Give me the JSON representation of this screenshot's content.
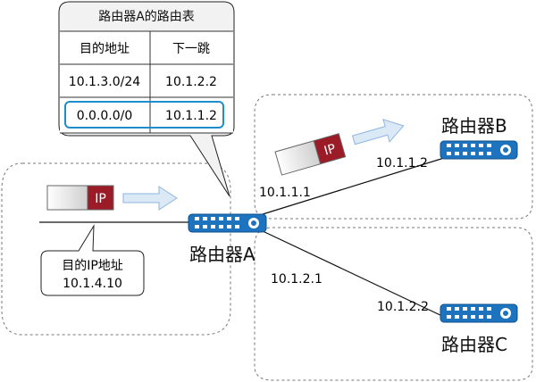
{
  "routing_table": {
    "title": "路由器A的路由表",
    "headers": [
      "目的地址",
      "下一跳"
    ],
    "rows": [
      {
        "dest": "10.1.3.0/24",
        "next_hop": "10.1.2.2"
      },
      {
        "dest": "0.0.0.0/0",
        "next_hop": "10.1.1.2"
      }
    ]
  },
  "routers": {
    "a": {
      "label": "路由器A"
    },
    "b": {
      "label": "路由器B"
    },
    "c": {
      "label": "路由器C"
    }
  },
  "packets": {
    "left": {
      "label": "IP"
    },
    "top": {
      "label": "IP"
    }
  },
  "callout": {
    "line1": "目的IP地址",
    "line2": "10.1.4.10"
  },
  "link_labels": {
    "a_side_to_b": "10.1.1.1",
    "b_side": "10.1.1.2",
    "a_side_to_c": "10.1.2.1",
    "c_side": "10.1.2.2"
  },
  "colors": {
    "router_blue": "#1e73be",
    "ip_red": "#9b1c27",
    "highlight_border": "#1f8dc9",
    "arrow_fill": "#dbe8f6",
    "arrow_stroke": "#8eb6df",
    "panel_fill": "#f2f2f2",
    "dashed_border": "#777777"
  },
  "icons": [
    "router-icon",
    "ip-packet-icon",
    "arrow-right-icon"
  ]
}
